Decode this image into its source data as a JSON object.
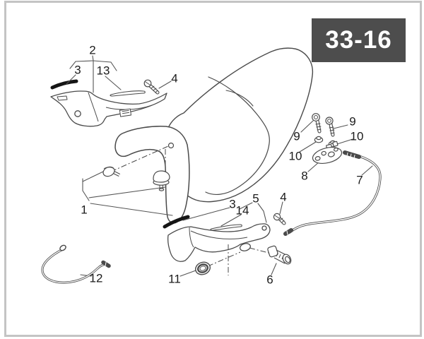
{
  "badge": {
    "code": "33-16"
  },
  "colors": {
    "badge_bg": "#4d4d4d",
    "badge_text": "#ffffff",
    "line": "#4a4a4a",
    "frame_border": "#c4c4c4",
    "rubber_strip": "#151515"
  },
  "callouts": [
    {
      "label": "1"
    },
    {
      "label": "2"
    },
    {
      "label": "3"
    },
    {
      "label": "13"
    },
    {
      "label": "4"
    },
    {
      "label": "9"
    },
    {
      "label": "9"
    },
    {
      "label": "10"
    },
    {
      "label": "10"
    },
    {
      "label": "8"
    },
    {
      "label": "7"
    },
    {
      "label": "3"
    },
    {
      "label": "14"
    },
    {
      "label": "5"
    },
    {
      "label": "4"
    },
    {
      "label": "6"
    },
    {
      "label": "11"
    },
    {
      "label": "12"
    }
  ]
}
